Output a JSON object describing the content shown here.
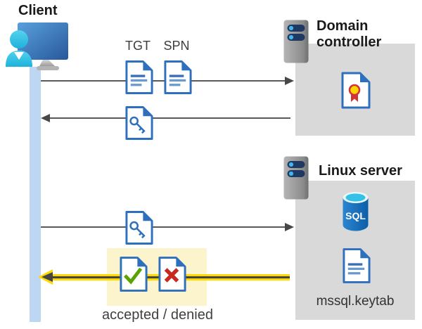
{
  "actors": {
    "client": {
      "label": "Client",
      "icon": "user-at-monitor-icon"
    },
    "domain_controller": {
      "label": "Domain controller",
      "icon": "server-icon"
    },
    "linux_server": {
      "label": "Linux server",
      "icon": "server-icon"
    }
  },
  "tickets": {
    "tgt": "TGT",
    "spn": "SPN"
  },
  "domain_controller_box": {
    "content_icon": "certificate-document-icon"
  },
  "linux_server_box": {
    "sql_badge": "SQL",
    "keytab_file": "mssql.keytab",
    "content_icons": [
      "sql-database-icon",
      "keytab-document-icon"
    ]
  },
  "result": {
    "label": "accepted / denied",
    "icons": [
      "accepted-document-icon",
      "denied-document-icon"
    ]
  },
  "colors": {
    "doc_border_blue": "#2e70bd",
    "doc_line_blue": "#6a9ad0",
    "arrow_gray": "#595959",
    "arrow_yellow": "#ffd800",
    "highlight_yellow": "#fcf4cd",
    "panel_gray": "#d9d9d9",
    "timeline_blue": "#bdd7f2",
    "check_green": "#57a300",
    "cross_red": "#c8281e",
    "sql_body_blue": "#0d5ea8",
    "sql_top_cyan": "#35c1e7",
    "server_pill_navy": "#1f3864",
    "person_cyan": "#35c1e7"
  }
}
